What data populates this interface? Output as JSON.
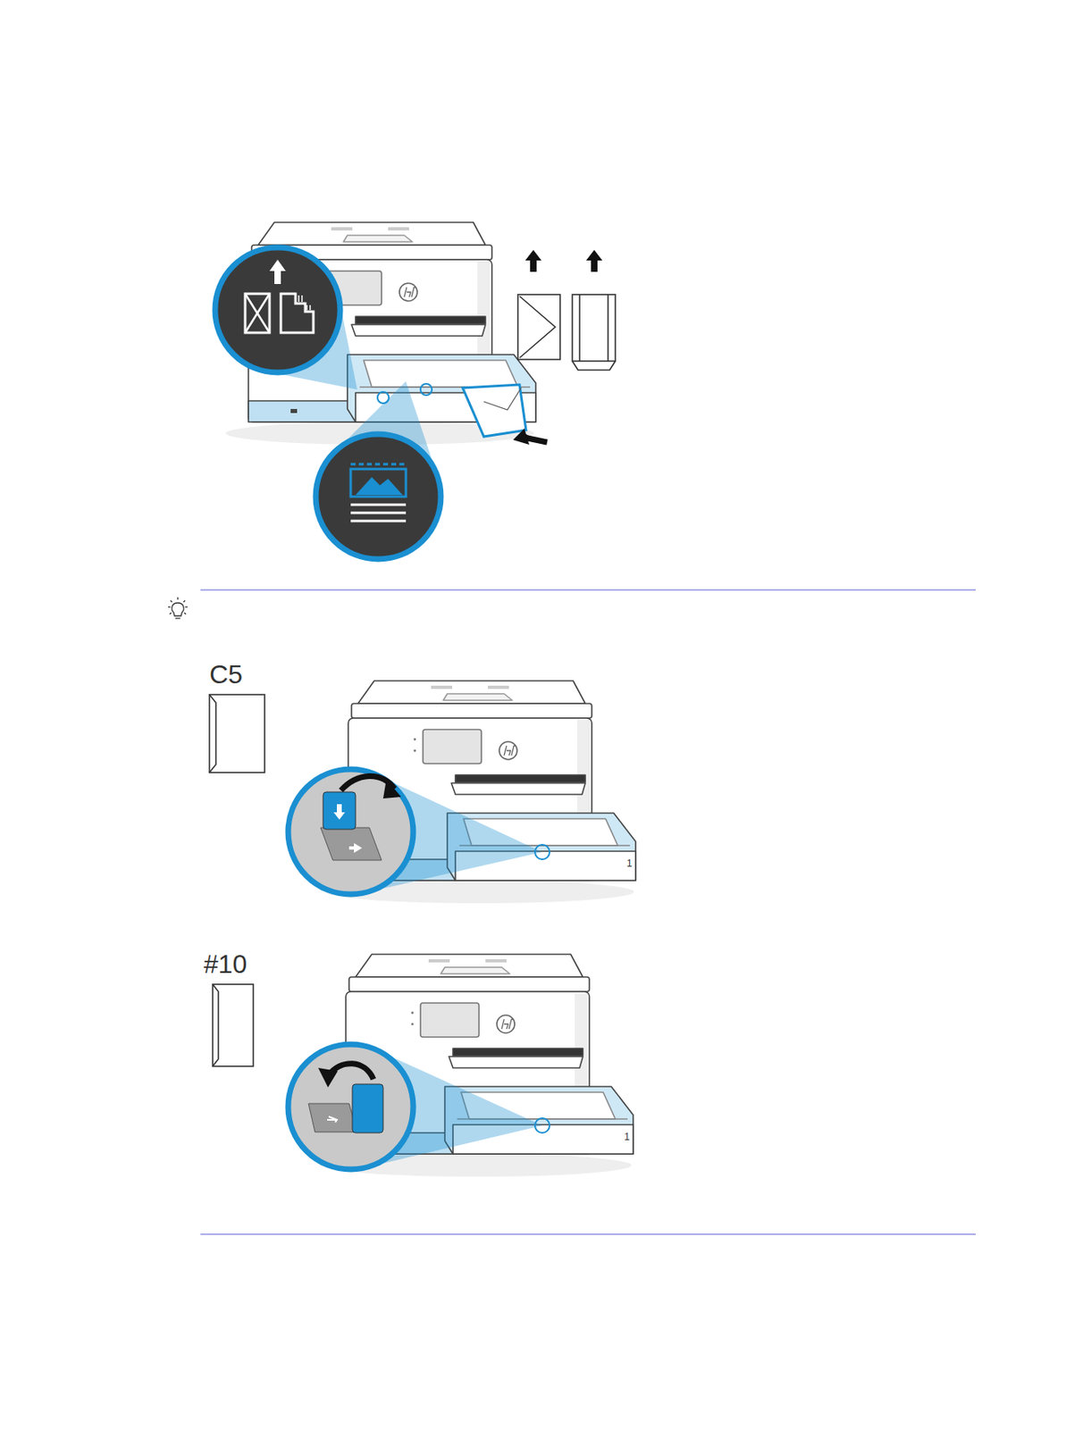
{
  "diagram": {
    "labels": [
      "C5",
      "#10",
      "1",
      "1"
    ]
  }
}
